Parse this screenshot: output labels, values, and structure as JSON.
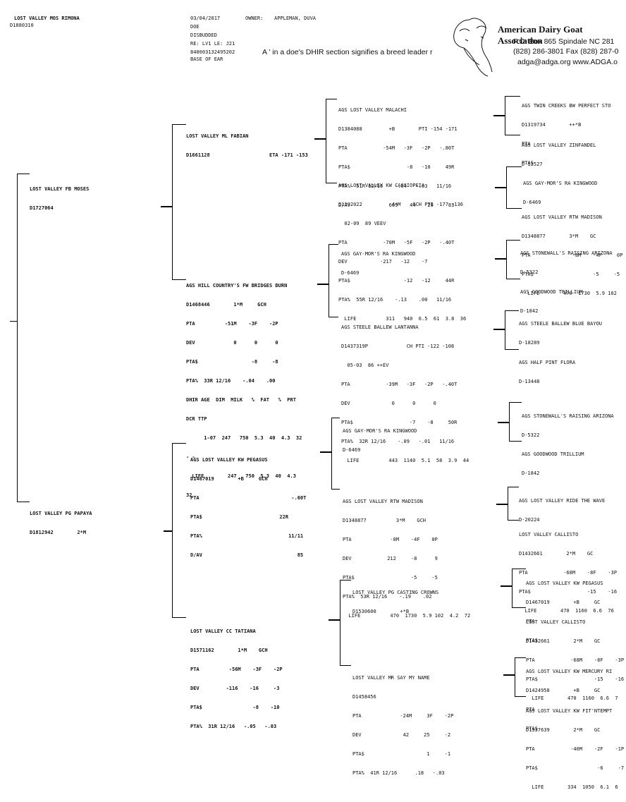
{
  "subject": {
    "name": "LOST VALLEY MOS RIMONA",
    "reg": "D1880310"
  },
  "header_info": {
    "date": "03/04/2017",
    "owner_label": "OWNER:",
    "owner": "APPLEMAN, DUVA",
    "sex": "DOE",
    "horn": "DISBUDDED",
    "re": "RE: LV1 LE: J21",
    "tag": "840003132495202",
    "tag_loc": "BASE OF EAR",
    "note": "A ' in a doe's  DHIR section  signifies a breed leader r"
  },
  "association": {
    "name": "American Dairy Goat Association",
    "address": "P.O. Box 865   Spindale NC 281",
    "phone": "(828) 286-3801   Fax (828) 287-0",
    "web": "adga@adga.org   www.ADGA.o",
    "logo_icon": "goat-heads-logo"
  },
  "gen1": [
    {
      "lines": [
        "LOST VALLEY FB MOSES",
        "D1727064"
      ]
    },
    {
      "lines": [
        "LOST VALLEY PG PAPAYA",
        "D1812942        2*M"
      ]
    }
  ],
  "gen2": [
    {
      "lines": [
        "LOST VALLEY ML FABIAN",
        "D1661128                    ETA -171 -153"
      ]
    },
    {
      "lines": [
        "AGS HILL COUNTRY'S FW BRIDGES BURN",
        "D1468446        1*M     GCH",
        "PTA          -51M    -3F    -2P",
        "DEV             0      0      0",
        "PTA$                  -8     -8",
        "PTA%  33R 12/16    -.04    .00",
        "DHIR AGE  DIM  MILK   %  FAT   %  PRT",
        "DCR TTP",
        "      1-07  247   750  5.3  40  4.3  32",
        "- -",
        "  LIFE        247   750  5.3  40  4.3",
        "32"
      ]
    },
    {
      "lines": [
        "AGS LOST VALLEY KW PEGASUS",
        "D1467019        +B     GCH",
        "PTA                               -.60T",
        "PTA$                          22R",
        "PTA%                             11/11",
        "D/AV                                85"
      ]
    },
    {
      "lines": [
        "LOST VALLEY CC TATIANA",
        "D1571162        1*M    GCH",
        "PTA          -56M    -3F    -2P",
        "DEV         -116    -16     -3",
        "PTA$                 -8    -10",
        "PTA%  31R 12/16   -.05   -.03"
      ]
    }
  ],
  "gen3": [
    {
      "lines": [
        "AGS LOST VALLEY MALACHI",
        "D1384088         +B        PTI -154 -171",
        "PTA            -54M   -3F   -2P   -.80T",
        "PTA$                   -8   -10     49R",
        "PTA%  51R 12/16    -.04   -.03   11/16",
        "D/AV             669    44    29     83"
      ]
    },
    {
      "lines": [
        "AGS LOST VALLEY KW CASSIOPEIA",
        "D1392022          4*M    GCH PTI -177 -136",
        "  02-09  89 VEEV",
        "PTA            -70M   -5F   -2P   -.40T",
        "DEV           -217   -12    -7",
        "PTA$                  -12   -12     44R",
        "PTA%  55R 12/16    -.13    .00   11/16",
        "  LIFE          311   940  6.5  61  3.8  36"
      ]
    },
    {
      "lines": [
        "AGS GAY-MOR'S RA KINGWOOD",
        "D-6469"
      ]
    },
    {
      "lines": [
        "AGS STEELE BALLEW LANTANNA",
        "D1437319P             CH PTI -122 -108",
        "  05-03  86 ++EV",
        "PTA            -39M   -3F   -2P   -.40T",
        "DEV              0      0      0",
        "PTA$                   -7    -8     50R",
        "PTA%  32R 12/16    -.09   -.01   11/16",
        "  LIFE          443  1140  5.1  58  3.9  44"
      ]
    },
    {
      "lines": [
        "AGS GAY-MOR'S RA KINGWOOD",
        "D-6469"
      ]
    },
    {
      "lines": [
        "AGS LOST VALLEY RTW MADISON",
        "D1348877          3*M    GCH",
        "PTA             -8M    -4F    0P",
        "DEV            212     -8      9",
        "PTA$                   -5     -5",
        "PTA%  53R 12/16    -.19    .02",
        "  LIFE          470  1730  5.9 102  4.2  72"
      ]
    },
    {
      "lines": [
        "LOST VALLEY PG CASTING CROWNS",
        "D1530600        +*B"
      ]
    },
    {
      "lines": [
        "LOST VALLEY MR SAY MY NAME",
        "D1458456",
        "PTA             -24M     3F    -2P",
        "DEV              42     25     -2",
        "PTA$                     1     -1",
        "PTA%  41R 12/16      .18   -.03"
      ]
    }
  ],
  "gen4": [
    {
      "lines": [
        "AGS TWIN CREEKS BW PERFECT STO",
        "D1319734        ++*B",
        "PTA",
        "PTA$"
      ]
    },
    {
      "lines": [
        "AGS LOST VALLEY ZINFANDEL",
        "D-13527"
      ]
    },
    {
      "lines": [
        "AGS GAY-MOR'S RA KINGWOOD",
        "D-6469"
      ]
    },
    {
      "lines": [
        "AGS LOST VALLEY RTW MADISON",
        "D1348877        3*M    GC",
        "PTA              -8M    -4F     0P",
        "PTA$                    -5     -5",
        "  LIFE        470  1730  5.9 102"
      ]
    },
    {
      "lines": [
        "AGS STONEWALL'S RAISING ARIZONA",
        "D-5322"
      ]
    },
    {
      "lines": [
        "AGS GOODWOOD TRILLIUM",
        "D-1842"
      ]
    },
    {
      "lines": [
        "AGS STEELE BALLEW BLUE BAYOU",
        "D-18289"
      ]
    },
    {
      "lines": [
        "AGS HALF PINT FLORA",
        "D-13448"
      ]
    },
    {
      "lines": [
        "AGS STONEWALL'S RAISING ARIZONA",
        "D-5322"
      ]
    },
    {
      "lines": [
        "AGS GOODWOOD TRILLIUM",
        "D-1842"
      ]
    },
    {
      "lines": [
        "AGS LOST VALLEY RIDE THE WAVE",
        "D-20224"
      ]
    },
    {
      "lines": [
        "LOST VALLEY CALLISTO",
        "D1432661        2*M    GC",
        "PTA            -68M    -8F    -3P",
        "PTA$                   -15    -16",
        "  LIFE        470  1160  6.6  76"
      ]
    },
    {
      "lines": [
        "AGS LOST VALLEY KW PEGASUS",
        "D1467019        +B     GC",
        "PTA",
        "PTA$"
      ]
    },
    {
      "lines": [
        "LOST VALLEY CALLISTO",
        "D1432661        2*M    GC",
        "PTA            -68M    -8F    -3P",
        "PTA$                   -15    -16",
        "  LIFE        470  1160  6.6  7"
      ]
    },
    {
      "lines": [
        "AGS LOST VALLEY KW MERCURY RI",
        "D1424958        +B     GC",
        "PTA",
        "PTA$"
      ]
    },
    {
      "lines": [
        "AGS LOST VALLEY KW FIT'NTEMPT",
        "D1337639        2*M    GC",
        "PTA            -40M    -2F    -1P",
        "PTA$                    -6     -7",
        "  LIFE        334  1050  6.1  6"
      ]
    }
  ]
}
